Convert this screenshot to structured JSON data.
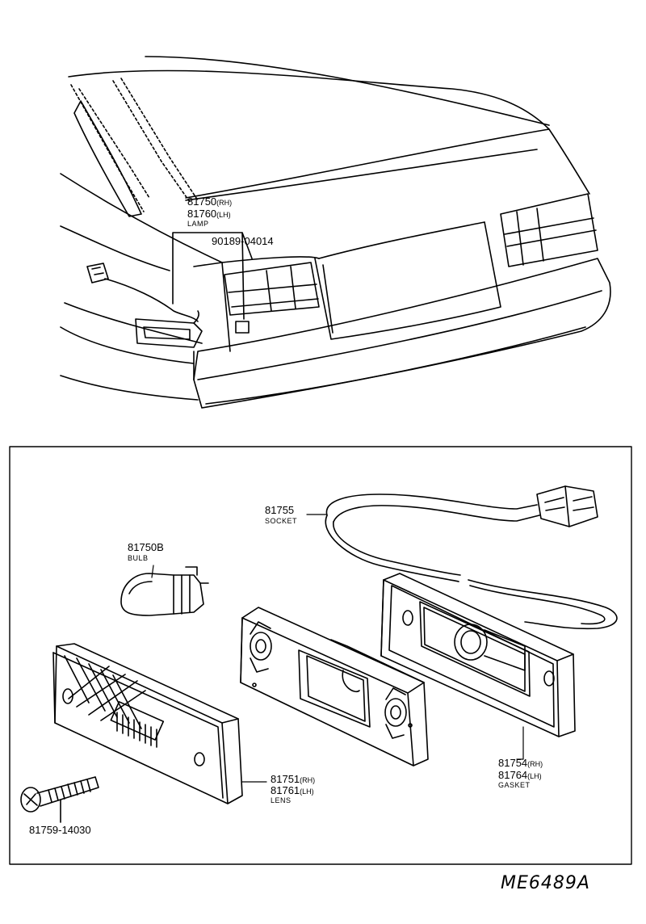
{
  "top_view": {
    "lamp": {
      "num_rh": "81750",
      "sfx_rh": "(RH)",
      "num_lh": "81760",
      "sfx_lh": "(LH)",
      "name": "LAMP"
    },
    "screw": {
      "num": "90189-04014"
    }
  },
  "detail": {
    "socket": {
      "num": "81755",
      "name": "SOCKET"
    },
    "bulb": {
      "num": "81750B",
      "name": "BULB"
    },
    "lens": {
      "num_rh": "81751",
      "sfx_rh": "(RH)",
      "num_lh": "81761",
      "sfx_lh": "(LH)",
      "name": "LENS"
    },
    "gasket": {
      "num_rh": "81754",
      "sfx_rh": "(RH)",
      "num_lh": "81764",
      "sfx_lh": "(LH)",
      "name": "GASKET"
    },
    "bolt": {
      "num": "81759-14030"
    }
  },
  "diagram_code": "ME6489A"
}
